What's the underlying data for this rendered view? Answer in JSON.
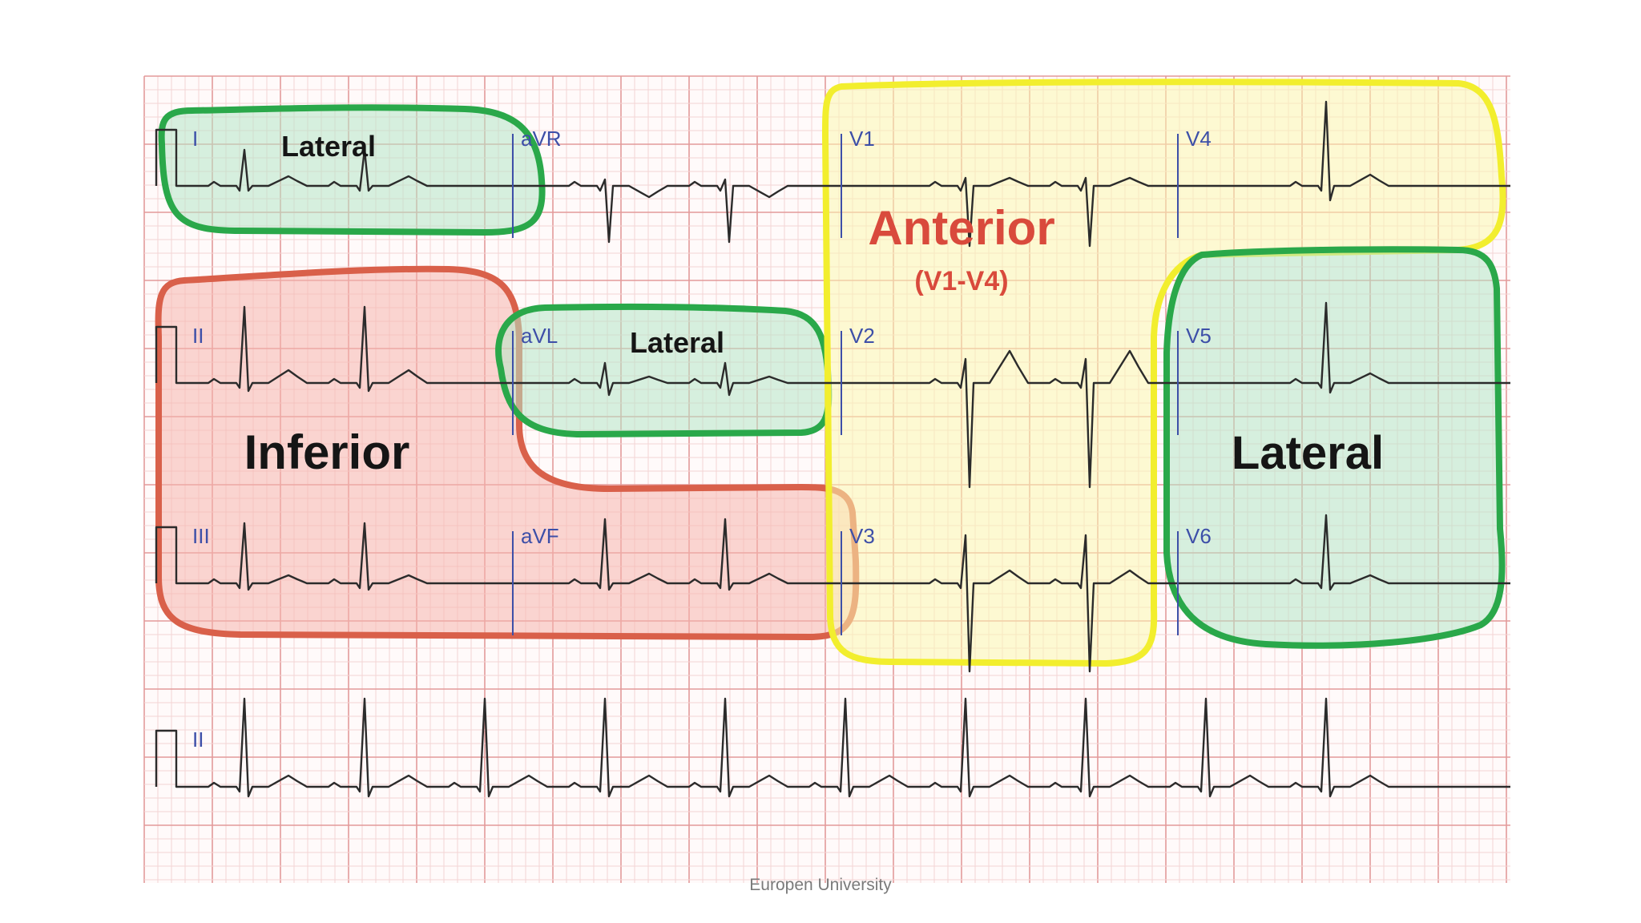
{
  "leads": [
    {
      "key": "I",
      "label": "I",
      "row": 0,
      "col": 0
    },
    {
      "key": "aVR",
      "label": "aVR",
      "row": 0,
      "col": 1
    },
    {
      "key": "V1",
      "label": "V1",
      "row": 0,
      "col": 2
    },
    {
      "key": "V4",
      "label": "V4",
      "row": 0,
      "col": 3
    },
    {
      "key": "II",
      "label": "II",
      "row": 1,
      "col": 0
    },
    {
      "key": "aVL",
      "label": "aVL",
      "row": 1,
      "col": 1
    },
    {
      "key": "V2",
      "label": "V2",
      "row": 1,
      "col": 2
    },
    {
      "key": "V5",
      "label": "V5",
      "row": 1,
      "col": 3
    },
    {
      "key": "III",
      "label": "III",
      "row": 2,
      "col": 0
    },
    {
      "key": "aVF",
      "label": "aVF",
      "row": 2,
      "col": 1
    },
    {
      "key": "V3",
      "label": "V3",
      "row": 2,
      "col": 2
    },
    {
      "key": "V6",
      "label": "V6",
      "row": 2,
      "col": 3
    },
    {
      "key": "II-rhythm",
      "label": "II",
      "row": 3,
      "col": 0
    }
  ],
  "regions": [
    {
      "key": "lateral-i",
      "label": "Lateral",
      "color": "#2aa84a",
      "fill": "#b5e6c6"
    },
    {
      "key": "inferior",
      "label": "Inferior",
      "color": "#d9604a",
      "fill": "#f5b5ad"
    },
    {
      "key": "lateral-avl",
      "label": "Lateral",
      "color": "#2aa84a",
      "fill": "#b5e6c6"
    },
    {
      "key": "anterior",
      "label": "Anterior",
      "sublabel": "(V1-V4)",
      "color": "#f2ee2e",
      "fill": "#fbf7b0",
      "text_color": "#d94a3c"
    },
    {
      "key": "lateral-v5",
      "label": "Lateral",
      "color": "#2aa84a",
      "fill": "#b5e6c6"
    }
  ],
  "colors": {
    "grid_minor": "#f3d4d4",
    "grid_major": "#e39a9a",
    "trace": "#2b2b2b",
    "lead_label": "#3d4fa8"
  },
  "footer": "Europen University"
}
